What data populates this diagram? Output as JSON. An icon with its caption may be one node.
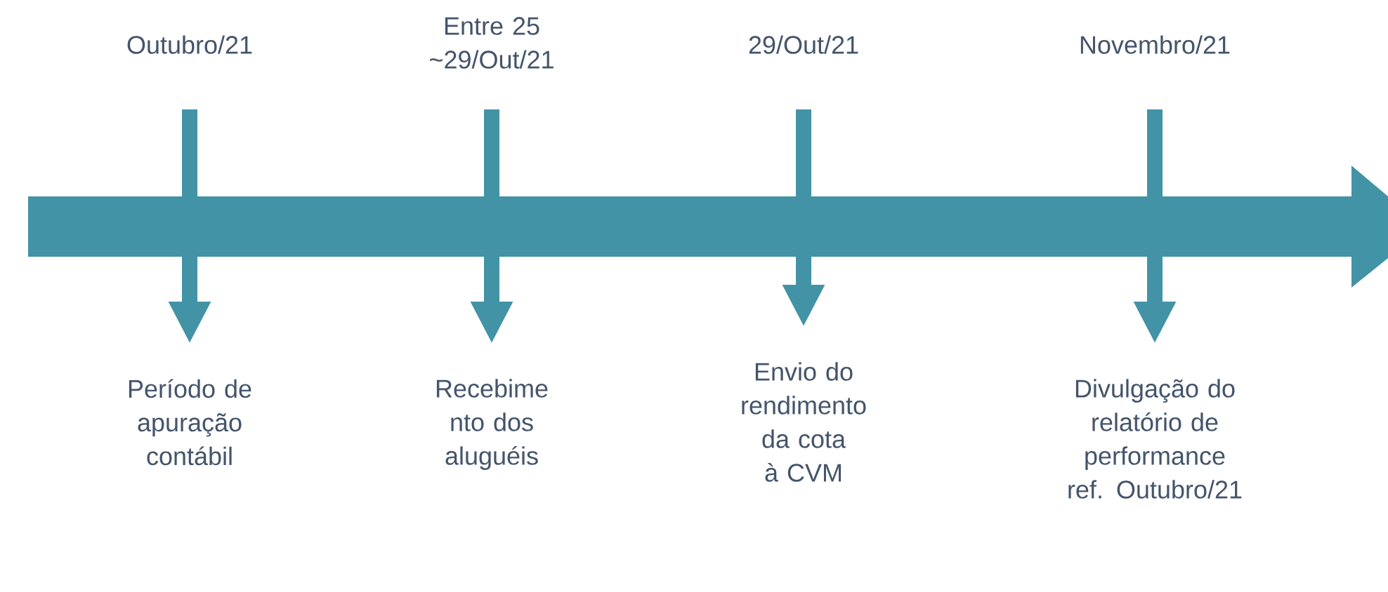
{
  "diagram": {
    "nodes": [
      {
        "text": [
          "Outubro/21"
        ]
      },
      {
        "text": [
          "Entre 25 ~29/Out/21"
        ]
      },
      {
        "text": [
          "29/Out/21"
        ]
      },
      {
        "text": [
          "Novembro/21"
        ]
      },
      {
        "text": [
          "Período de apuração contábil"
        ]
      },
      {
        "text": [
          "Recebime nto dos aluguéis"
        ]
      },
      {
        "text": [
          "Envio do rendimento da cota à CVM"
        ]
      },
      {
        "text": [
          "Divulgação do relatório de performance ref. Outubro/21"
        ]
      }
    ],
    "edges": [
      {
        "from": 0,
        "to": 4,
        "arrow": "to"
      },
      {
        "from": 1,
        "to": 5,
        "arrow": "to"
      },
      {
        "from": 2,
        "to": 6,
        "arrow": "to"
      },
      {
        "from": 3,
        "to": 7,
        "arrow": "to"
      }
    ]
  }
}
